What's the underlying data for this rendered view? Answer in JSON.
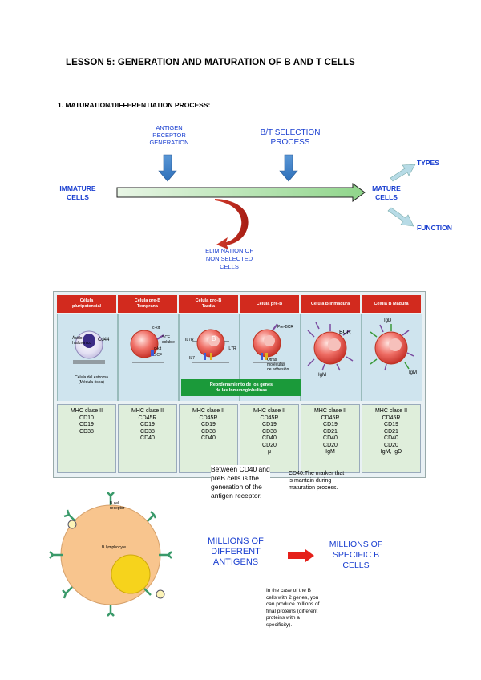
{
  "title": "LESSON 5: GENERATION AND MATURATION OF B AND T CELLS",
  "section": "1. MATURATION/DIFFERENTIATION PROCESS:",
  "diagram": {
    "antigen_receptor": "ANTIGEN\nRECEPTOR\nGENERATION",
    "bt_selection": "B/T SELECTION\nPROCESS",
    "immature": "IMMATURE\nCELLS",
    "mature": "MATURE\nCELLS",
    "types": "TYPES",
    "function": "FUNCTION",
    "elimination": "ELIMINATION OF\nNON SELECTED\nCELLS"
  },
  "stages": [
    {
      "header": "Célula\npluripotencial",
      "markers": "MHC clase II\nCD10\nCD19\nCD38"
    },
    {
      "header": "Célula pre-B\nTemprana",
      "markers": "MHC clase II\nCD45R\nCD19\nCD38\nCD40"
    },
    {
      "header": "Célula pro-B\nTardía",
      "markers": "MHC clase II\nCD45R\nCD19\nCD38\nCD40"
    },
    {
      "header": "Célula pre-B",
      "markers": "MHC clase II\nCD45R\nCD19\nCD38\nCD40\nCD20\nμ"
    },
    {
      "header": "Célula B Inmadura",
      "markers": "MHC clase II\nCD45R\nCD19\nCD21\nCD40\nCD20\nIgM"
    },
    {
      "header": "Célula B Madura",
      "markers": "MHC clase II\nCD45R\nCD19\nCD21\nCD40\nCD20\nIgM, IgD"
    }
  ],
  "stage_labels": {
    "acido": "Ácido\nhialurónico",
    "cd44": "Cd44",
    "estroma": "Célula del estroma\n(Médula ósea)",
    "ckit": "c-kit",
    "scf": "SCF\nsoluble",
    "ckit2": "c-kit",
    "scf2": "SCF",
    "il7r": "IL7R",
    "il7": "IL7",
    "il7r2": "IL7R",
    "b1": "B",
    "prebcr": "Pre-BCR",
    "otras": "Otras\nmoléculas\nde adhesión",
    "bcr": "BCR",
    "igm1": "IgM",
    "igd": "IgD",
    "igm2": "IgM",
    "reord": "Reordenamiento de los genes\nde las Inmunoglobulinas"
  },
  "notes": {
    "between": "Between CD40 and\npreB cells is the\ngeneration of the\nantigen receptor.",
    "cd40": "CD40:The marker that\nis mantain during\nmaturation process."
  },
  "lower": {
    "bcell_receptor": "B cell\nreceptor",
    "b_lymphocyte": "B lymphocyte",
    "millions_antigens": "MILLIONS OF\nDIFFERENT\nANTIGENS",
    "millions_cells": "MILLIONS OF\nSPECIFIC B\nCELLS",
    "case_note": "In the case of the B\ncells with 2 genes, you\ncan produce millions of\nfinal proteins (different\nproteins with a\nspecificity)."
  }
}
